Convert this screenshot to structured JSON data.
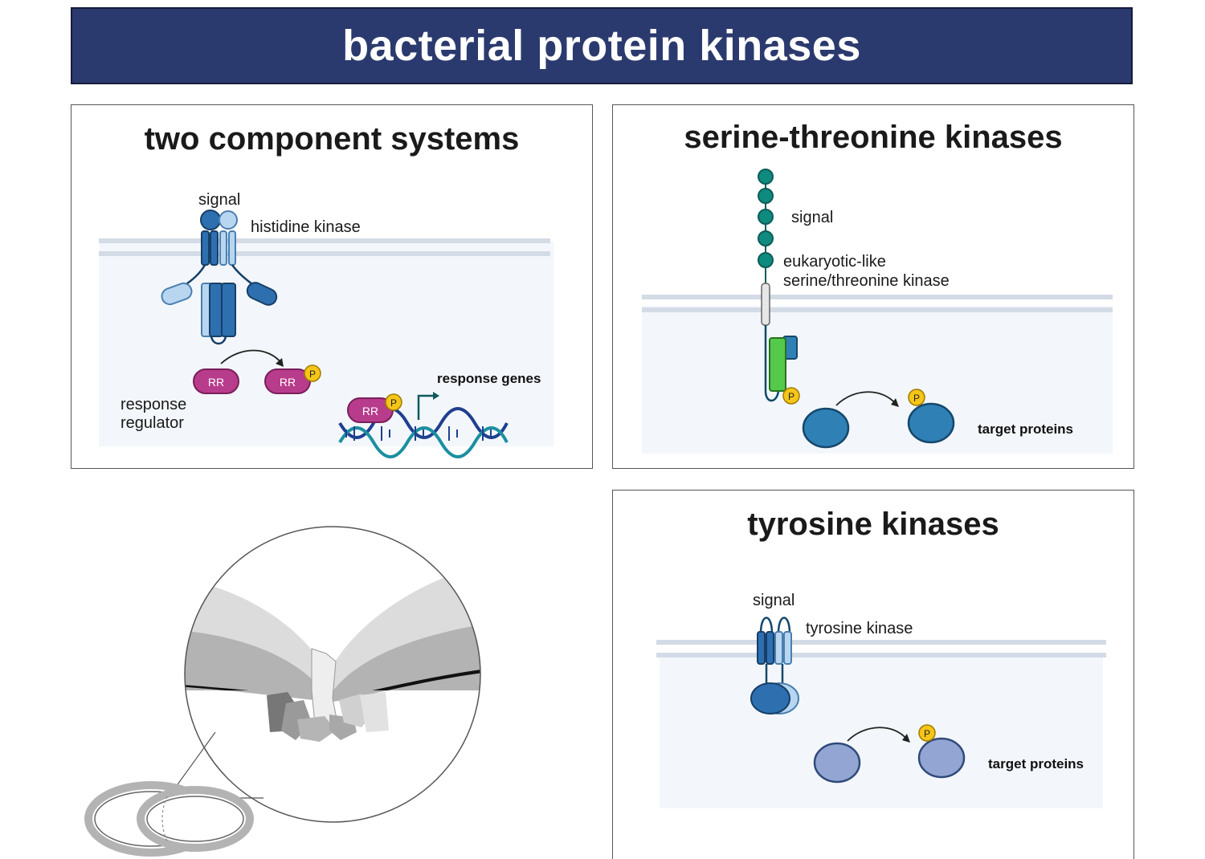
{
  "title": "bacterial protein kinases",
  "panels": {
    "two_component": {
      "title": "two component systems",
      "labels": {
        "signal": "signal",
        "histidine_kinase": "histidine kinase",
        "response_regulator_line1": "response",
        "response_regulator_line2": "regulator",
        "response_genes": "response genes",
        "rr": "RR",
        "phospho": "P"
      }
    },
    "serine_threonine": {
      "title": "serine-threonine kinases",
      "labels": {
        "signal": "signal",
        "kinase_line1": "eukaryotic-like",
        "kinase_line2": "serine/threonine kinase",
        "target_proteins": "target proteins",
        "phospho": "P"
      }
    },
    "tyrosine": {
      "title": "tyrosine kinases",
      "labels": {
        "signal": "signal",
        "kinase": "tyrosine kinase",
        "target_proteins": "target proteins",
        "phospho": "P"
      }
    }
  },
  "colors": {
    "banner": "#2b3a6e",
    "membrane": "#d3dbe6",
    "cytoplasm": "#f3f7fb",
    "hk_dark": "#2e6fb0",
    "hk_light": "#b8d6f0",
    "rr_magenta": "#b83c8c",
    "phospho_yellow": "#f5c518",
    "teal_bead": "#0f8a7e",
    "kinase_green": "#55c94a",
    "target_blue": "#2f80b5",
    "target_lavender": "#93a6d3"
  }
}
